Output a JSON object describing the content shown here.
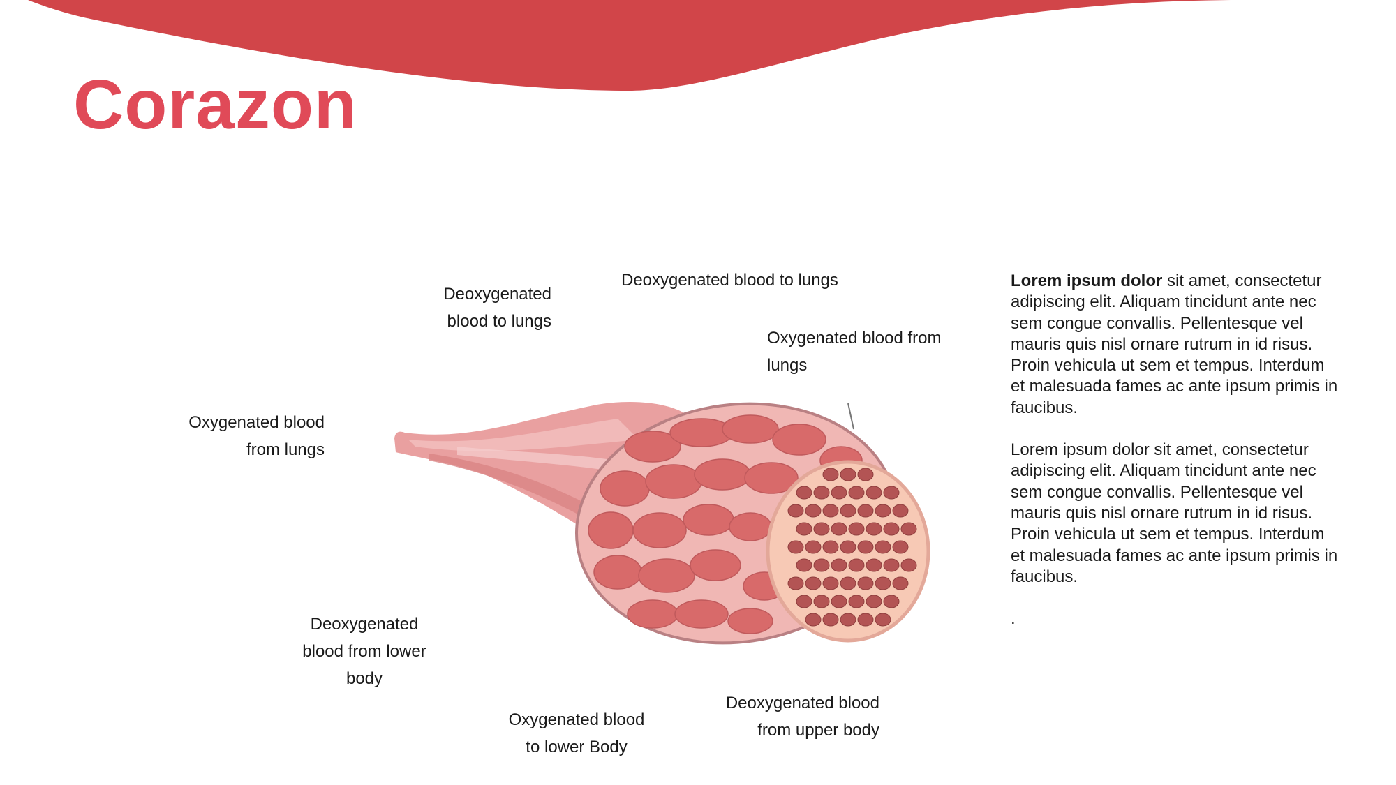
{
  "theme": {
    "accent": "#d14549",
    "title_color": "#e04a58"
  },
  "slide": {
    "title": "Corazon"
  },
  "diagram": {
    "labels": {
      "deoxy_lungs_left": [
        "Deoxygenated",
        "blood to lungs"
      ],
      "deoxy_lungs_top": [
        "Deoxygenated blood to lungs"
      ],
      "oxy_from_lungs_right": [
        "Oxygenated blood from",
        "lungs"
      ],
      "oxy_from_lungs_left": [
        "Oxygenated blood",
        "from lungs"
      ],
      "deoxy_lower_body": [
        "Deoxygenated",
        "blood from lower",
        "body"
      ],
      "oxy_lower_body": [
        "Oxygenated blood",
        "to lower Body"
      ],
      "deoxy_upper_body": [
        "Deoxygenated blood",
        "from upper body"
      ]
    },
    "icon": "muscle-fiber-illustration"
  },
  "text": {
    "para1_bold": "Lorem ipsum dolor",
    "para1_rest": " sit amet, consectetur adipiscing elit. Aliquam tincidunt ante nec sem congue convallis. Pellentesque vel mauris quis nisl ornare rutrum in id risus. Proin vehicula ut sem et tempus. Interdum et malesuada fames ac ante ipsum primis in faucibus.",
    "para2": "Lorem ipsum dolor sit amet, consectetur adipiscing elit. Aliquam tincidunt ante nec sem congue convallis. Pellentesque vel mauris quis nisl ornare rutrum in id risus. Proin vehicula ut sem et tempus. Interdum et malesuada fames ac ante ipsum primis in faucibus.",
    "trailing": "."
  }
}
